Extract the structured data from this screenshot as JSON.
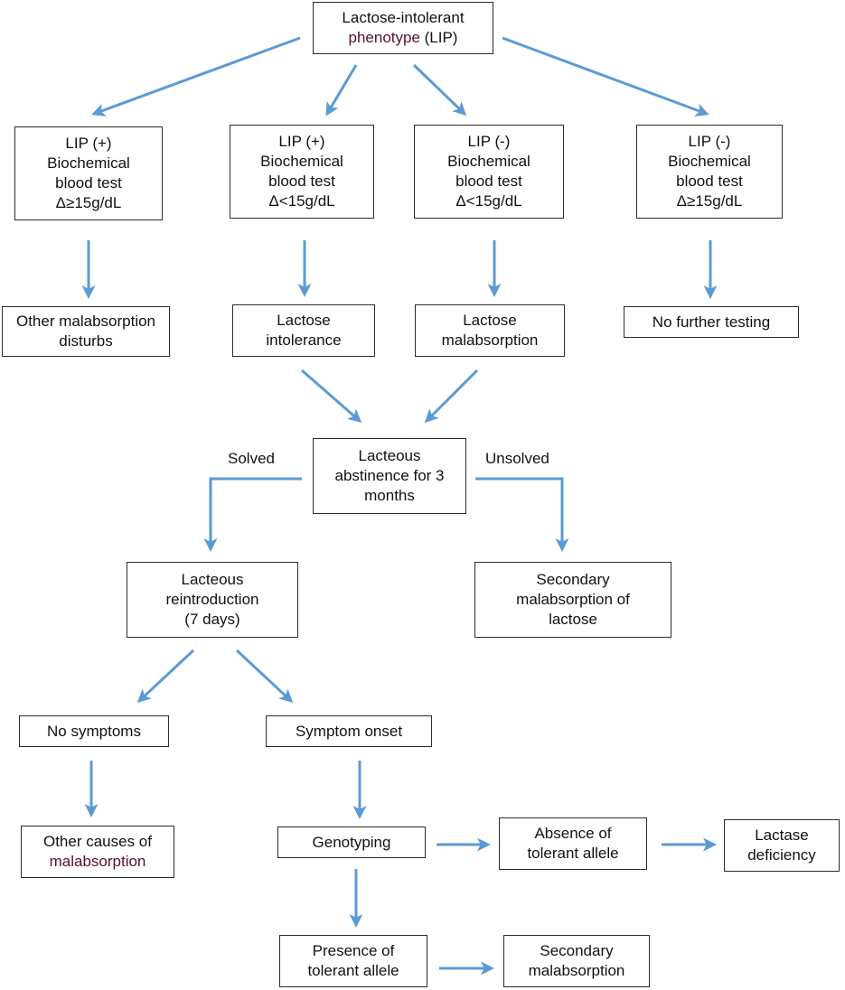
{
  "colors": {
    "arrow": "#5b9bd5",
    "box_border": "#2b2b2b",
    "accent_text": "#5a1028"
  },
  "nodes": {
    "root": {
      "line1": "Lactose-intolerant",
      "line2a": "phenotype",
      "line2b": " (LIP)"
    },
    "lip_pos_high": {
      "text": "LIP  (+)\nBiochemical\nblood test\nΔ≥15g/dL"
    },
    "lip_pos_low": {
      "text": "LIP (+)\nBiochemical\nblood test\nΔ<15g/dL"
    },
    "lip_neg_low": {
      "text": "LIP (-)\nBiochemical\nblood test\nΔ<15g/dL"
    },
    "lip_neg_high": {
      "text": "LIP (-)\nBiochemical\nblood test\nΔ≥15g/dL"
    },
    "other_malabsorption": {
      "text": "Other  malabsorption\ndisturbs"
    },
    "lactose_intolerance": {
      "text": "Lactose\nintolerance"
    },
    "lactose_malabsorption": {
      "text": "Lactose\nmalabsorption"
    },
    "no_further_testing": {
      "text": "No further testing"
    },
    "abstinence": {
      "text": "Lacteous\nabstinence for 3\nmonths"
    },
    "reintroduction": {
      "text": "Lacteous\nreintroduction\n(7 days)"
    },
    "secondary_malabsorption_lactose": {
      "text": "Secondary\nmalabsorption of\nlactose"
    },
    "no_symptoms": {
      "text": "No symptoms"
    },
    "symptom_onset": {
      "text": "Symptom  onset"
    },
    "other_causes": {
      "line1": "Other causes of",
      "line2": "malabsorption"
    },
    "genotyping": {
      "text": "Genotyping"
    },
    "absence_allele": {
      "text": "Absence of\ntolerant allele"
    },
    "lactase_deficiency": {
      "text": "Lactase\ndeficiency"
    },
    "presence_allele": {
      "text": "Presence of\ntolerant allele"
    },
    "secondary_malabsorption": {
      "text": "Secondary\nmalabsorption"
    }
  },
  "labels": {
    "solved": "Solved",
    "unsolved": "Unsolved"
  }
}
